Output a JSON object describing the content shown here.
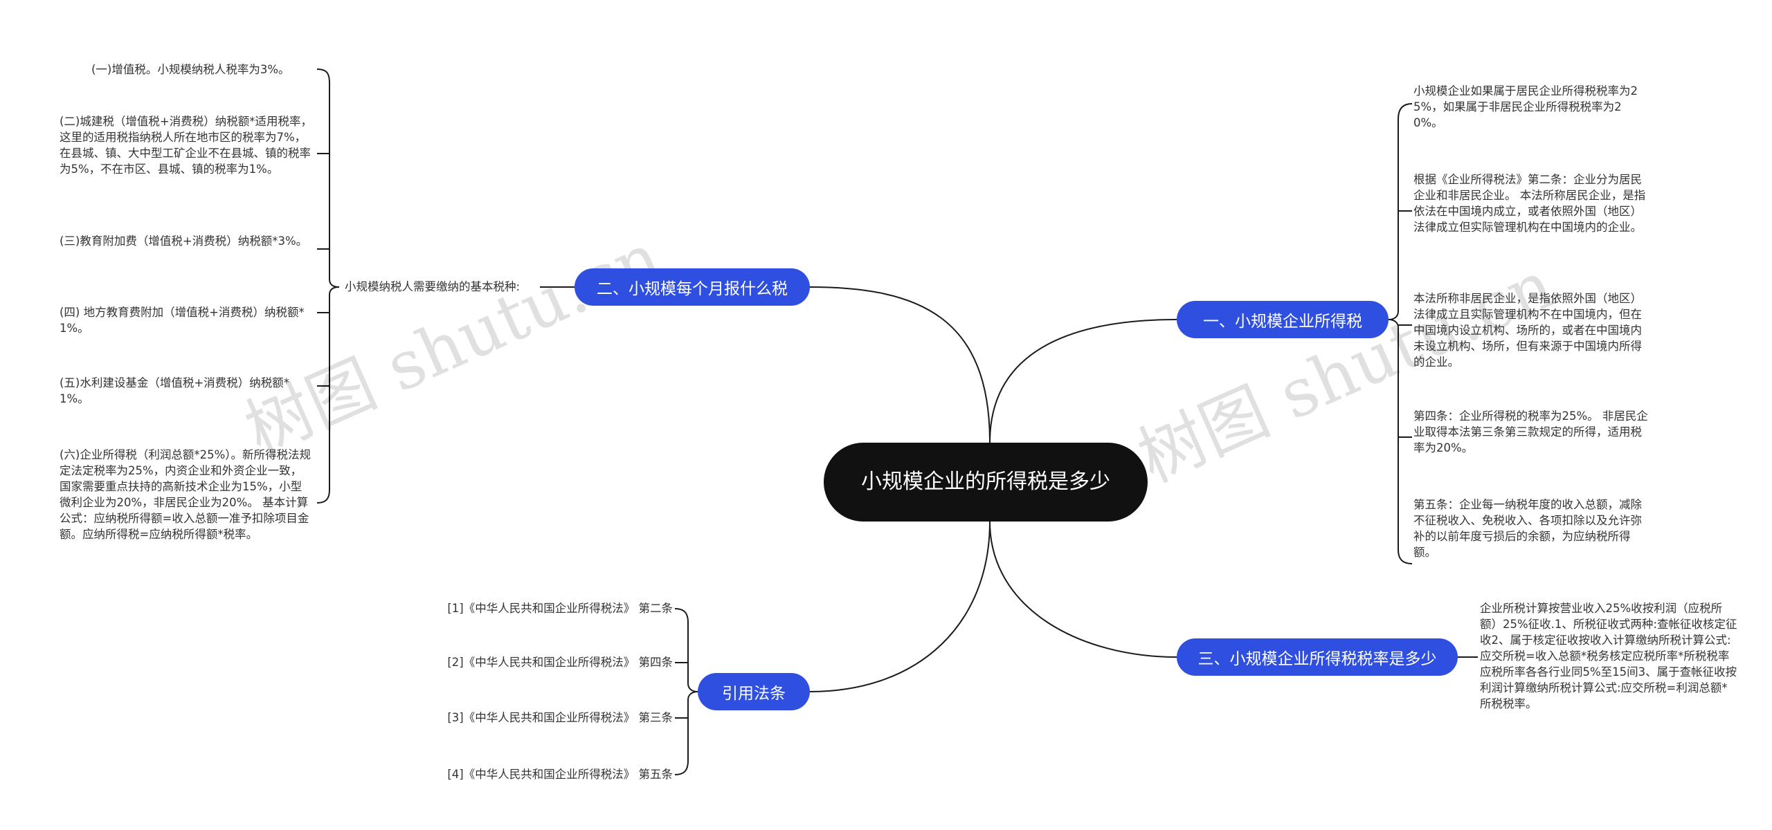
{
  "center": "小规模企业的所得税是多少",
  "branches": {
    "b1": "一、小规模企业所得税",
    "b2": "二、小规模每个月报什么税",
    "b3": "三、小规模企业所得税税率是多少",
    "b4": "引用法条"
  },
  "b2_label": "小规模纳税人需要缴纳的基本税种:",
  "b2_items": [
    "(一)增值税。小规模纳税人税率为3%。",
    "(二)城建税（增值税+消费税）纳税额*适用税率，这里的适用税指纳税人所在地市区的税率为7%，在县城、镇、大中型工矿企业不在县城、镇的税率为5%，不在市区、县城、镇的税率为1%。",
    "(三)教育附加费（增值税+消费税）纳税额*3%。",
    "(四) 地方教育费附加（增值税+消费税）纳税额*1%。",
    "(五)水利建设基金（增值税+消费税）纳税额*1%。",
    "(六)企业所得税（利润总额*25%）。新所得税法规定法定税率为25%，内资企业和外资企业一致，国家需要重点扶持的高新技术企业为15%，小型微利企业为20%，非居民企业为20%。 基本计算公式：应纳税所得额=收入总额一准予扣除项目金额。应纳所得税=应纳税所得额*税率。"
  ],
  "b1_items": [
    "小规模企业如果属于居民企业所得税税率为25%，如果属于非居民企业所得税税率为20%。",
    "根据《企业所得税法》第二条：企业分为居民企业和非居民企业。 本法所称居民企业，是指依法在中国境内成立，或者依照外国（地区）法律成立但实际管理机构在中国境内的企业。",
    "本法所称非居民企业，是指依照外国（地区）法律成立且实际管理机构不在中国境内，但在中国境内设立机构、场所的，或者在中国境内未设立机构、场所，但有来源于中国境内所得的企业。",
    "第四条：企业所得税的税率为25%。 非居民企业取得本法第三条第三款规定的所得，适用税率为20%。",
    "第五条：企业每一纳税年度的收入总额，减除不征税收入、免税收入、各项扣除以及允许弥补的以前年度亏损后的余额，为应纳税所得额。"
  ],
  "b3_text": "企业所税计算按营业收入25%收按利润（应税所额）25%征收.1、所税征收式两种:查帐征收核定征收2、属于核定征收按收入计算缴纳所税计算公式:应交所税=收入总额*税务核定应税所率*所税税率应税所率各各行业同5%至15间3、属于查帐征收按利润计算缴纳所税计算公式:应交所税=利润总额*所税税率。",
  "b4_items": [
    "[1]《中华人民共和国企业所得税法》 第二条",
    "[2]《中华人民共和国企业所得税法》 第四条",
    "[3]《中华人民共和国企业所得税法》 第三条",
    "[4]《中华人民共和国企业所得税法》 第五条"
  ],
  "watermarks": [
    "树图 shutu.cn",
    "树图 shutu.cn"
  ],
  "colors": {
    "branch": "#2f4fe0",
    "center": "#111111",
    "line": "#1a1a1a"
  }
}
